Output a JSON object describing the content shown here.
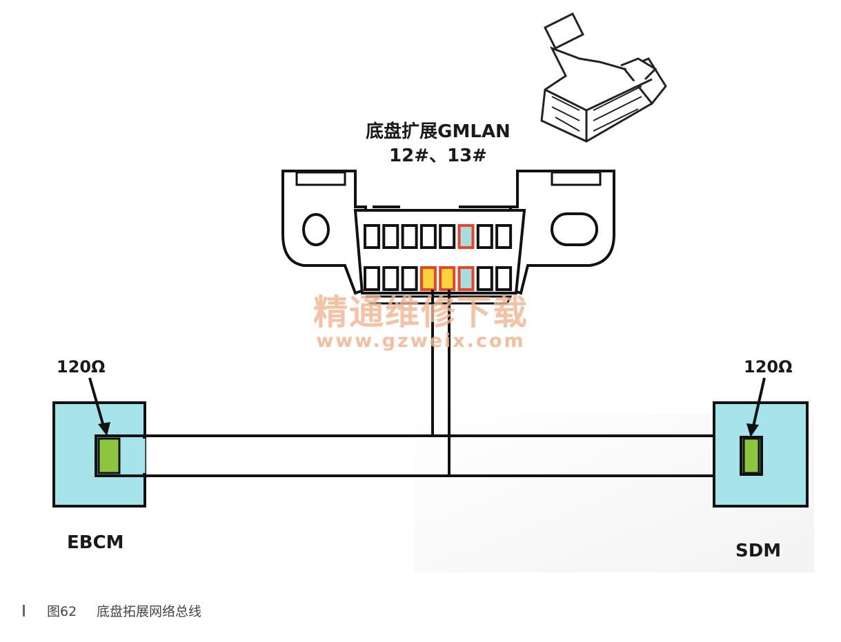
{
  "connector_label": {
    "line1": "底盘扩展GMLAN",
    "line2": "12#、13#"
  },
  "modules": [
    {
      "name": "EBCM",
      "resistor": "120Ω"
    },
    {
      "name": "SDM",
      "resistor": "120Ω"
    }
  ],
  "watermark": {
    "title": "精通维修下载",
    "url": "www.gzweix.com"
  },
  "caption": {
    "figure": "图62",
    "text": "底盘拓展网络总线"
  },
  "colors": {
    "module": "#a6e3ea",
    "resistor": "#8cc63f",
    "pin_can": "#a8dde0",
    "pin_yellow": "#f7d33c",
    "pin_border": "#e8442a"
  },
  "pins": {
    "row1_highlight": [
      6
    ],
    "row2_yellow": [
      4,
      5
    ],
    "row2_highlight": [
      6
    ]
  }
}
